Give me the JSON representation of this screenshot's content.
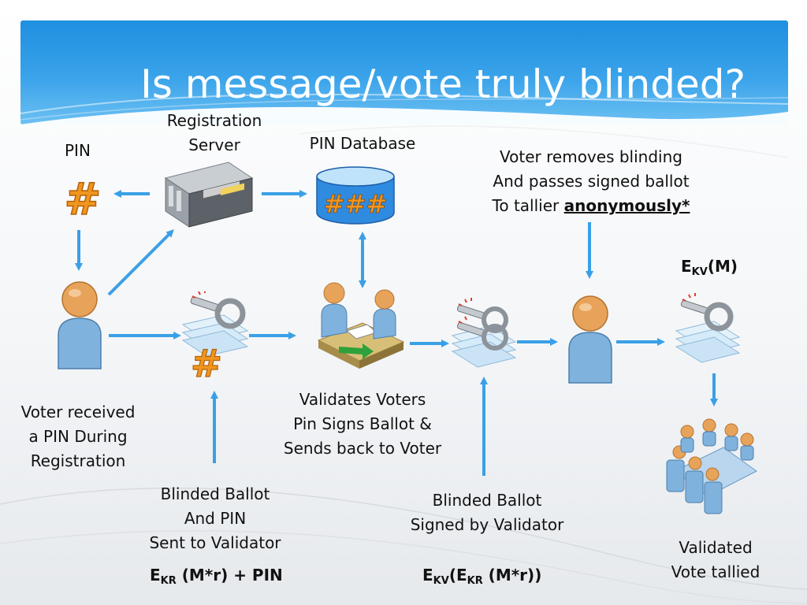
{
  "slide": {
    "title": "Is message/vote truly blinded?"
  },
  "labels": {
    "pin": "PIN",
    "registration_server": [
      "Registration",
      "Server"
    ],
    "pin_database": "PIN Database",
    "voter_removes": [
      "Voter removes blinding",
      "And passes signed ballot",
      "To tallier"
    ],
    "anonymously": "anonymously*",
    "voter_received": [
      "Voter received",
      "a PIN During",
      "Registration"
    ],
    "validates_voters": [
      "Validates Voters",
      "Pin  Signs Ballot &",
      "Sends back to Voter"
    ],
    "blinded_ballot_pin": [
      "Blinded Ballot",
      "And PIN",
      "Sent to Validator"
    ],
    "blinded_ballot_signed": [
      "Blinded Ballot",
      "Signed by Validator"
    ],
    "validated_vote": [
      "Validated",
      "Vote tallied"
    ]
  },
  "formulas": {
    "ekv_m": {
      "e": "E",
      "sub": "KV",
      "rest": "(M)"
    },
    "ekr_pin": {
      "e": "E",
      "sub": "KR",
      "rest": " (M*r) + PIN"
    },
    "ekv_ekr": {
      "e1": "E",
      "sub1": "KV",
      "mid": "(E",
      "sub2": "KR",
      "rest": " (M*r))"
    }
  },
  "glyphs": {
    "hash": "#"
  },
  "colors": {
    "title_band": "#2a97e6",
    "arrow": "#3aa0e6",
    "person_body": "#7fb2dc",
    "person_head": "#e8a35a",
    "hash_orange": "#f0961e",
    "database_blue": "#2f8be0"
  },
  "icons": [
    "hash-icon",
    "server-icon",
    "database-icon",
    "person-icon",
    "key-document-icon",
    "meeting-icon",
    "tally-meeting-icon"
  ]
}
